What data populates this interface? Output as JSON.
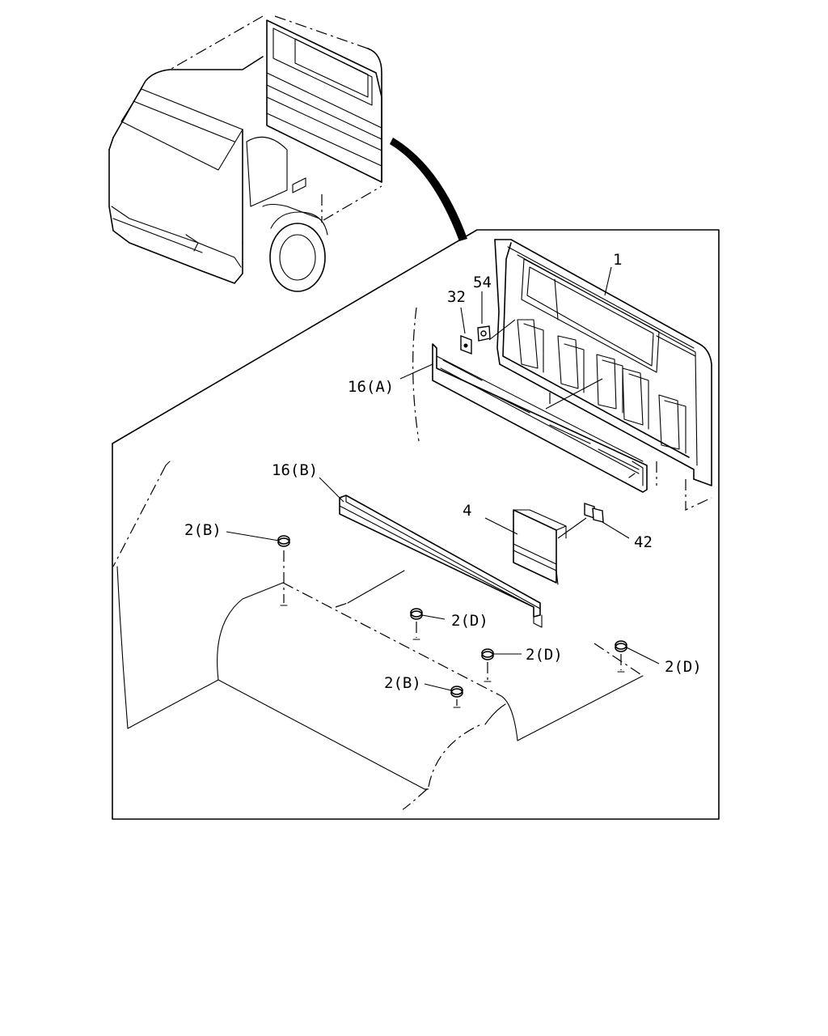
{
  "callouts": {
    "c1": "1",
    "c54": "54",
    "c32": "32",
    "c16a": "16(A)",
    "c16b": "16(B)",
    "c4": "4",
    "c42": "42",
    "c2b_top": "2(B)",
    "c2d_1": "2(D)",
    "c2d_2": "2(D)",
    "c2d_3": "2(D)",
    "c2b_bottom": "2(B)"
  }
}
